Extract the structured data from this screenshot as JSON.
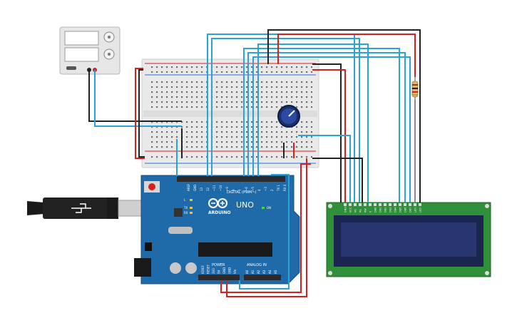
{
  "arduino": {
    "brand": "ARDUINO",
    "model": "UNO",
    "digital_label": "DIGITAL (PWM~)",
    "analog_label": "ANALOG IN",
    "power_label": "POWER",
    "led_labels": [
      "L",
      "TX",
      "RX"
    ],
    "on_label": "ON",
    "digital_pins": [
      "AREF",
      "GND",
      "13",
      "12",
      "~11",
      "~10",
      "~9",
      "8",
      "7",
      "~6",
      "~5",
      "4",
      "~3",
      "2",
      "TX 1",
      "RX 0"
    ],
    "power_pins": [
      "IOREF",
      "RESET",
      "3V3",
      "5V",
      "GND",
      "GND",
      "Vin"
    ],
    "analog_pins": [
      "A0",
      "A1",
      "A2",
      "A3",
      "A4",
      "A5"
    ]
  },
  "lcd": {
    "pins": [
      "GND",
      "VCC",
      "V0",
      "RS",
      "RW",
      "E",
      "DB0",
      "DB1",
      "DB2",
      "DB3",
      "DB4",
      "DB5",
      "DB6",
      "DB7",
      "LED",
      "LED"
    ]
  },
  "colors": {
    "board": "#1f6aa8",
    "lcd_pcb": "#2f8f3a",
    "lcd_screen": "#28356e",
    "wire_blue": "#2aa3d6",
    "wire_red": "#d62020",
    "wire_black": "#222222"
  },
  "icons": [
    "usb-cable-icon",
    "power-supply-icon",
    "potentiometer-icon",
    "resistor-icon",
    "arduino-logo-icon"
  ]
}
